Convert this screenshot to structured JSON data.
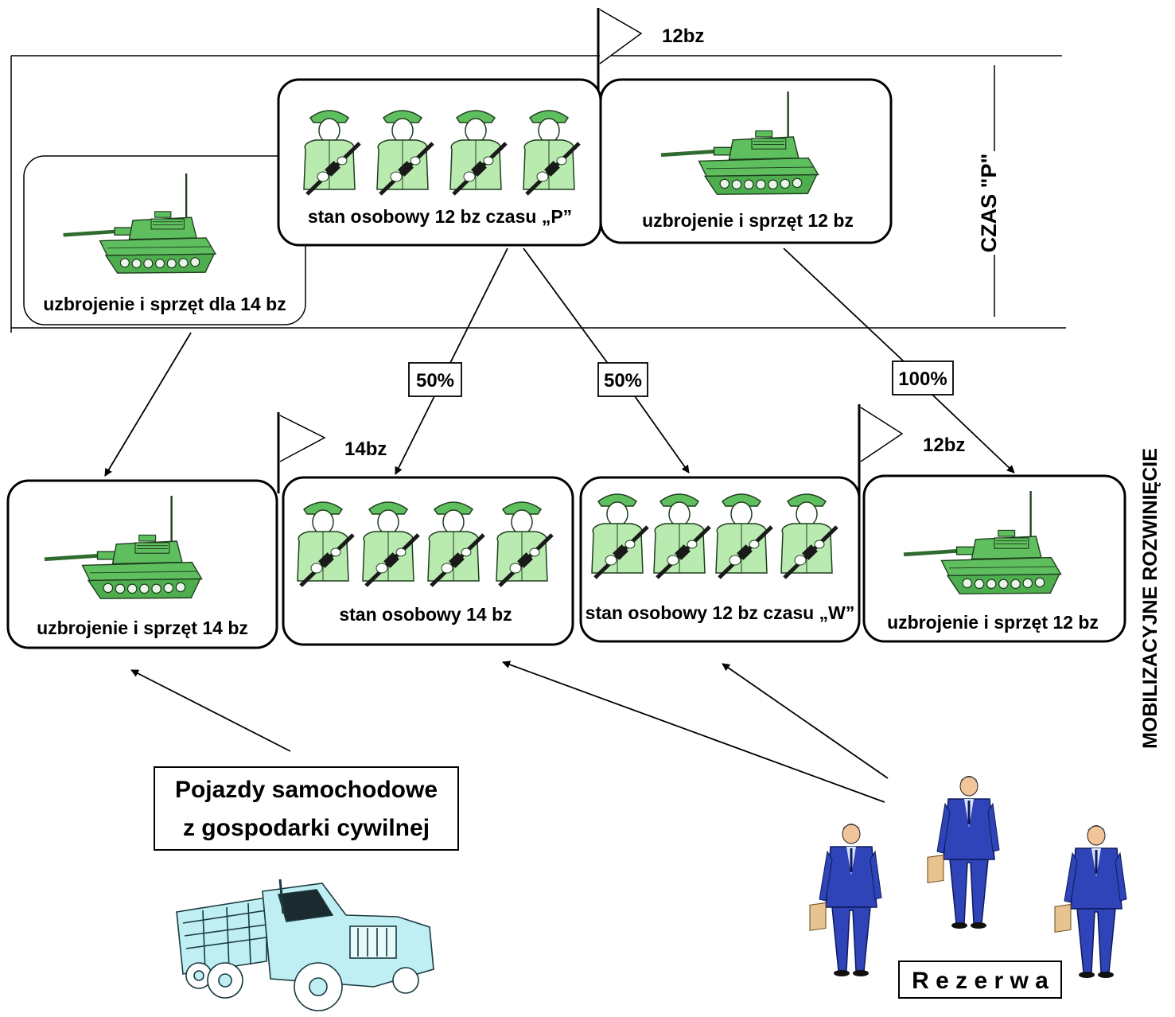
{
  "flags": {
    "top": "12bz",
    "mid_left": "14bz",
    "mid_right": "12bz"
  },
  "top_row": {
    "tank_14": "uzbrojenie i sprzęt dla 14 bz",
    "personnel_12p": "stan osobowy 12 bz czasu „P”",
    "tank_12": "uzbrojenie i sprzęt 12 bz"
  },
  "side_labels": {
    "czas_p": "CZAS \"P\"",
    "mobilization": "MOBILIZACYJNE ROZWINIĘCIE"
  },
  "percentages": {
    "left": "50%",
    "mid": "50%",
    "right": "100%"
  },
  "bottom_row": {
    "tank_14": "uzbrojenie i sprzęt 14 bz",
    "personnel_14": "stan osobowy 14 bz",
    "personnel_12w": "stan osobowy 12 bz czasu „W”",
    "tank_12": "uzbrojenie i sprzęt 12 bz"
  },
  "vehicles_box": {
    "line1": "Pojazdy samochodowe",
    "line2": "z gospodarki cywilnej"
  },
  "reserve_label": "R e z e r w a",
  "colors": {
    "tank_green": "#5fbf5f",
    "soldier_green": "#b9ebb0",
    "truck_cyan": "#bfeff2",
    "suit_blue": "#2e44b8"
  }
}
